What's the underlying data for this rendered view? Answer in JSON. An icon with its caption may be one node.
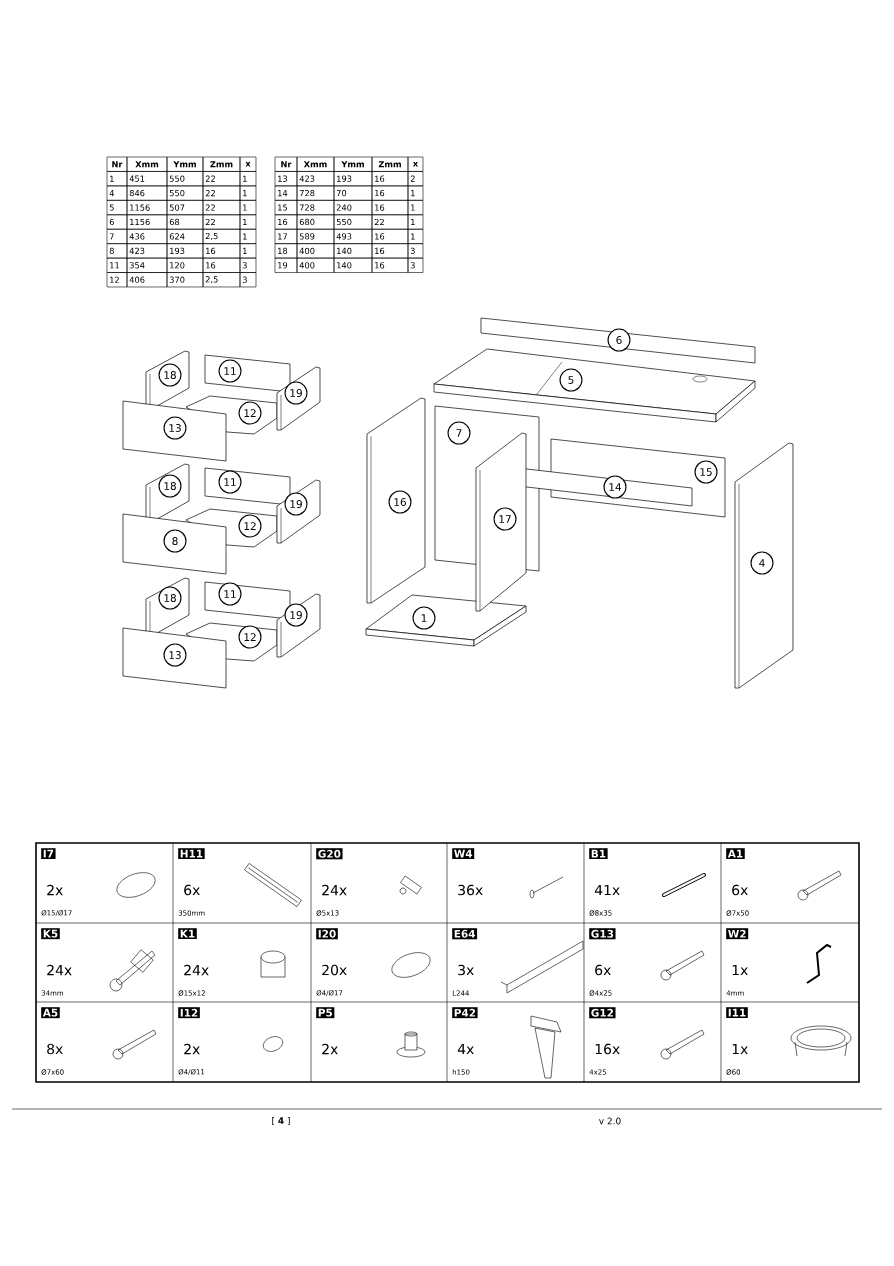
{
  "diagram": {
    "labels": [
      "Nr",
      "Xmm",
      "Ymm",
      "Zmm",
      "x",
      "1",
      "451",
      "550",
      "22",
      "1",
      "4",
      "846",
      "550",
      "22",
      "1",
      "5",
      "1156",
      "507",
      "22",
      "1",
      "6",
      "1156",
      "68",
      "22",
      "1",
      "7",
      "436",
      "624",
      "2,5",
      "1",
      "8",
      "423",
      "193",
      "16",
      "1",
      "11",
      "354",
      "120",
      "16",
      "3",
      "12",
      "406",
      "370",
      "2,5",
      "3",
      "Nr",
      "Xmm",
      "Ymm",
      "Zmm",
      "x",
      "13",
      "423",
      "193",
      "16",
      "2",
      "14",
      "728",
      "70",
      "16",
      "1",
      "15",
      "728",
      "240",
      "16",
      "1",
      "16",
      "680",
      "550",
      "22",
      "1",
      "17",
      "589",
      "493",
      "16",
      "1",
      "18",
      "400",
      "140",
      "16",
      "3",
      "19",
      "400",
      "140",
      "16",
      "3",
      "6",
      "18",
      "11",
      "19",
      "5",
      "12",
      "13",
      "7",
      "18",
      "11",
      "14",
      "15",
      "19",
      "16",
      "12",
      "17",
      "8",
      "4",
      "18",
      "11",
      "19",
      "1",
      "12",
      "13",
      "I7",
      "2x",
      "Ø15/Ø17",
      "H11",
      "6x",
      "350mm",
      "G20",
      "24x",
      "Ø5x13",
      "W4",
      "36x",
      "B1",
      "41x",
      "Ø8x35",
      "A1",
      "6x",
      "Ø7x50",
      "K5",
      "24x",
      "34mm",
      "K1",
      "24x",
      "Ø15x12",
      "I20",
      "20x",
      "Ø4/Ø17",
      "E64",
      "3x",
      "L244",
      "G13",
      "6x",
      "Ø4x25",
      "W2",
      "1x",
      "4mm",
      "A5",
      "8x",
      "Ø7x60",
      "I12",
      "2x",
      "Ø4/Ø11",
      "P5",
      "2x",
      "P42",
      "4x",
      "h150",
      "G12",
      "16x",
      "4x25",
      "I11",
      "1x",
      "Ø60",
      "[ **4** ]",
      "v 2.0"
    ]
  }
}
